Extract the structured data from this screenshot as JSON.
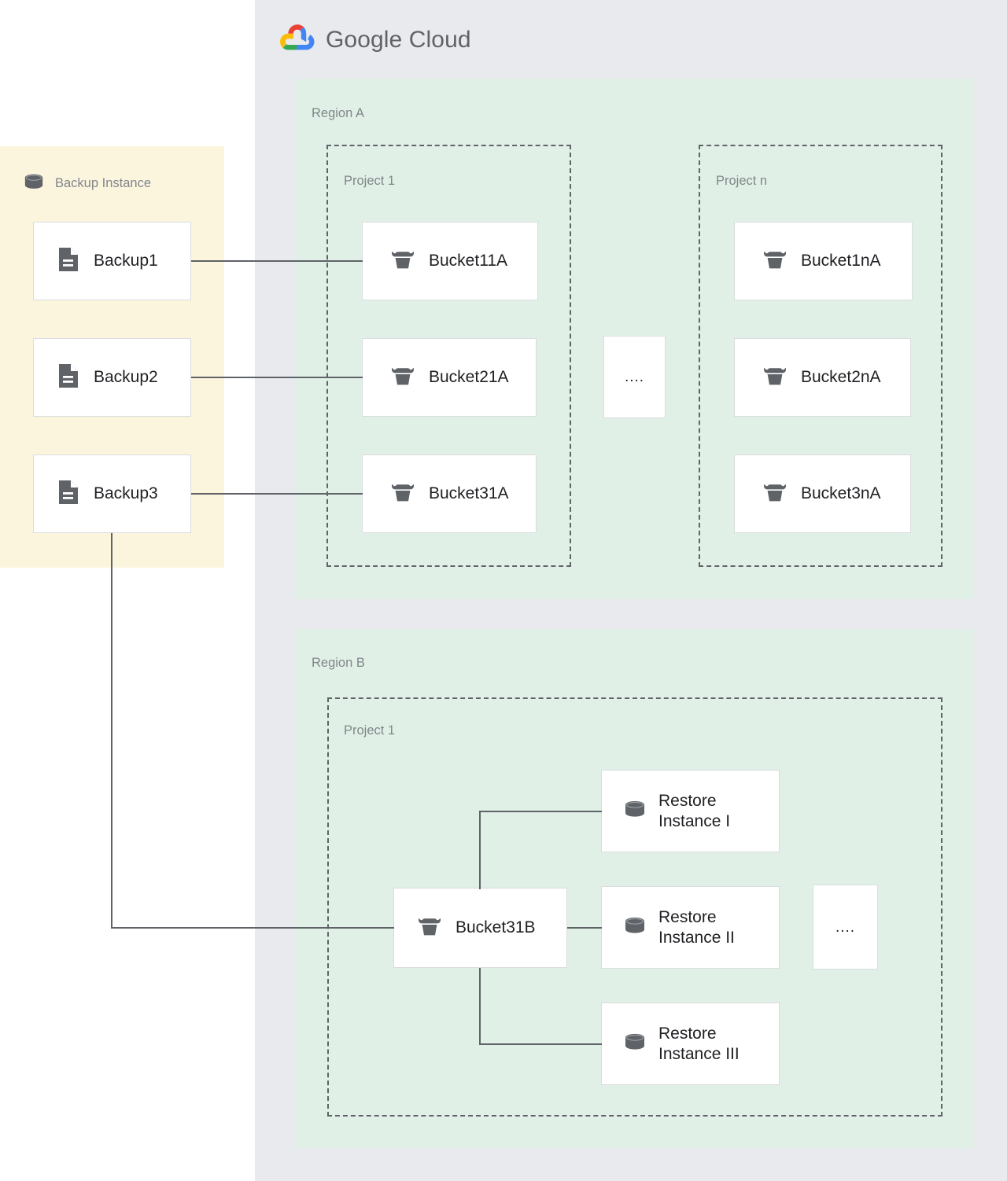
{
  "cloud": {
    "brand_word_1": "Google",
    "brand_word_2": "Cloud",
    "logo_colors": {
      "red": "#EA4335",
      "yellow": "#FBBC05",
      "green": "#34A853",
      "blue": "#4285F4"
    },
    "panel_color": "#e8eaed"
  },
  "backup_zone": {
    "title": "Backup Instance",
    "background": "#fcf5de",
    "items": [
      {
        "label": "Backup1"
      },
      {
        "label": "Backup2"
      },
      {
        "label": "Backup3"
      }
    ]
  },
  "regions": [
    {
      "label": "Region A",
      "background": "#e1f0e7",
      "projects": [
        {
          "label": "Project 1",
          "buckets": [
            {
              "label": "Bucket11A"
            },
            {
              "label": "Bucket21A"
            },
            {
              "label": "Bucket31A"
            }
          ]
        },
        {
          "label": "Project n",
          "buckets": [
            {
              "label": "Bucket1nA"
            },
            {
              "label": "Bucket2nA"
            },
            {
              "label": "Bucket3nA"
            }
          ]
        }
      ],
      "ellipsis": "...."
    },
    {
      "label": "Region B",
      "background": "#e1f0e7",
      "projects": [
        {
          "label": "Project 1",
          "bucket": {
            "label": "Bucket31B"
          },
          "restore_instances": [
            {
              "label": "Restore\nInstance I"
            },
            {
              "label": "Restore\nInstance II"
            },
            {
              "label": "Restore\nInstance III"
            }
          ],
          "ellipsis": "...."
        }
      ]
    }
  ],
  "icons": {
    "database": "database-cylinder-icon",
    "document": "document-icon",
    "bucket": "storage-bucket-icon"
  },
  "colors": {
    "icon_gray": "#5f6368",
    "connector": "#5f6368",
    "card_border": "#dadce0",
    "label_gray": "#80868b",
    "text_dark": "#202124"
  }
}
